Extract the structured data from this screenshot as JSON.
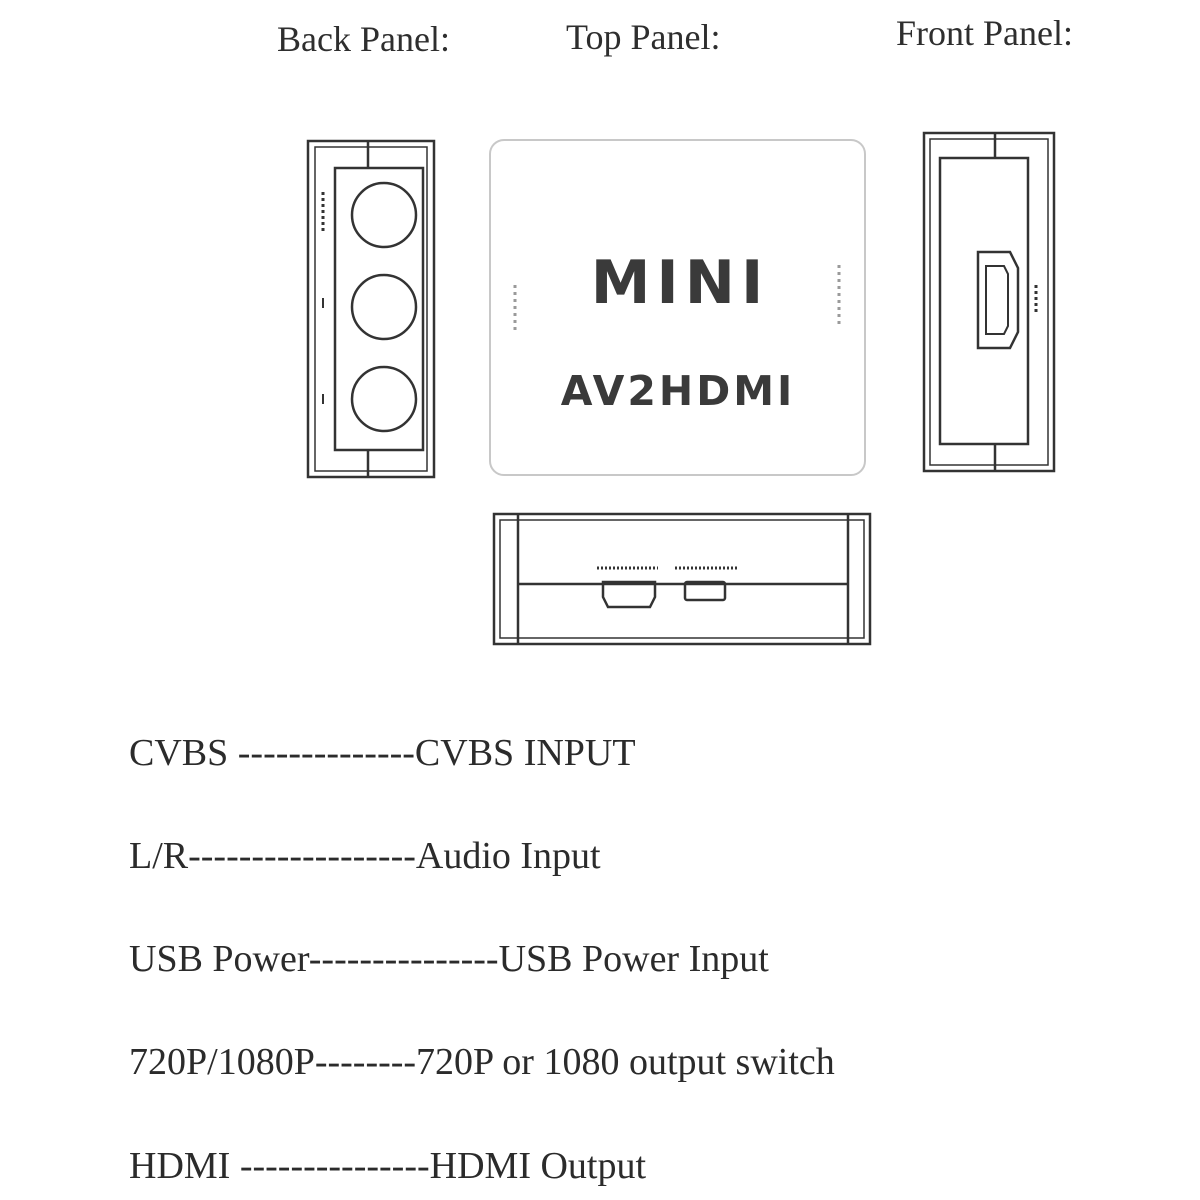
{
  "panels": {
    "back_title": "Back Panel:",
    "top_title": "Top Panel:",
    "front_title": "Front Panel:"
  },
  "device": {
    "name_line1": "MINI",
    "name_line2": "AV2HDMI"
  },
  "legend": [
    "CVBS --------------CVBS INPUT",
    "L/R------------------Audio Input",
    "USB Power---------------USB Power Input",
    "720P/1080P--------720P or 1080 output switch",
    "HDMI ---------------HDMI Output"
  ],
  "colors": {
    "ink": "#2b2b2b",
    "line": "#333333",
    "device_text": "#3a3a3a"
  }
}
